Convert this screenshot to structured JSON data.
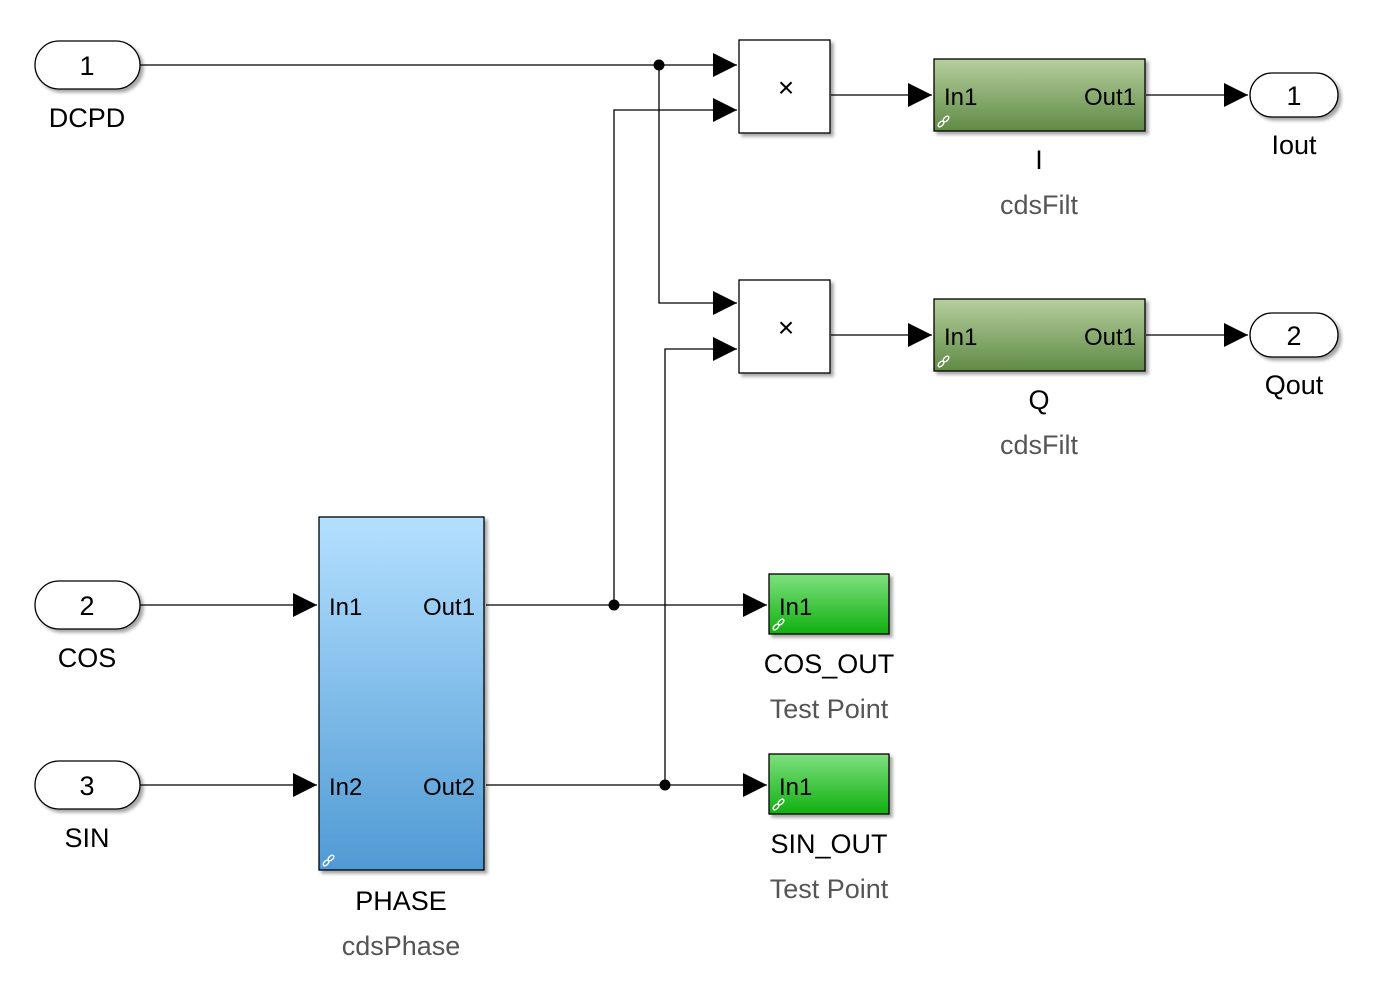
{
  "inports": [
    {
      "number": "1",
      "name": "DCPD"
    },
    {
      "number": "2",
      "name": "COS"
    },
    {
      "number": "3",
      "name": "SIN"
    }
  ],
  "outports": [
    {
      "number": "1",
      "name": "Iout"
    },
    {
      "number": "2",
      "name": "Qout"
    }
  ],
  "product_symbol": "×",
  "filters": [
    {
      "in_label": "In1",
      "out_label": "Out1",
      "name": "I",
      "library": "cdsFilt"
    },
    {
      "in_label": "In1",
      "out_label": "Out1",
      "name": "Q",
      "library": "cdsFilt"
    }
  ],
  "phase": {
    "in1": "In1",
    "in2": "In2",
    "out1": "Out1",
    "out2": "Out2",
    "name": "PHASE",
    "library": "cdsPhase"
  },
  "testpoints": [
    {
      "in_label": "In1",
      "name": "COS_OUT",
      "library": "Test Point"
    },
    {
      "in_label": "In1",
      "name": "SIN_OUT",
      "library": "Test Point"
    }
  ],
  "colors": {
    "filter_top": "#b6cf9e",
    "filter_bottom": "#5f8a45",
    "phase_top": "#b4e0ff",
    "phase_bottom": "#4f9ad4",
    "testpoint_top": "#7fe07f",
    "testpoint_bottom": "#10b010",
    "wire": "#000000"
  }
}
